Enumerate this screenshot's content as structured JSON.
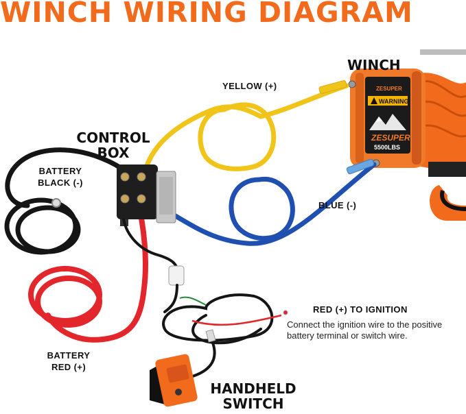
{
  "title": "WINCH WIRING DIAGRAM",
  "labels": {
    "winch": "WINCH",
    "control_box": "CONTROL\nBOX",
    "yellow": "YELLOW (+)",
    "blue": "BLUE (-)",
    "battery_black": "BATTERY\nBLACK (-)",
    "battery_red": "BATTERY\nRED (+)",
    "red_ignition": "RED (+) TO IGNITION",
    "handheld_switch": "HANDHELD\nSWITCH"
  },
  "ignition_note": "Connect the ignition wire to the positive battery terminal or switch wire.",
  "winch_decal": {
    "brand": "ZESUPER",
    "warning": "WARNING",
    "model": "5500LBS"
  },
  "colors": {
    "title": "#f26a1b",
    "winch_body": "#f07a2a",
    "rope": "#f26a1b",
    "yellow_wire": "#f0c419",
    "blue_wire": "#1f4fb0",
    "red_wire": "#e3262b",
    "black_wire": "#151515"
  }
}
